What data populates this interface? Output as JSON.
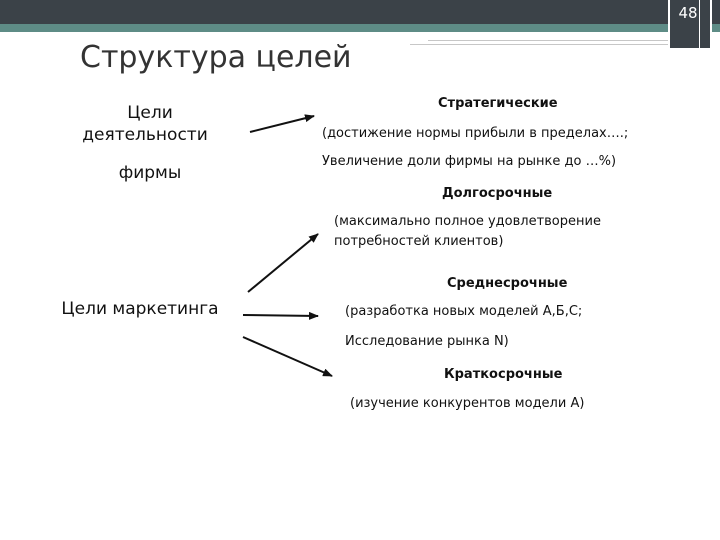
{
  "page_number": "48",
  "title": "Структура целей",
  "left": {
    "company_goals_line1": "Цели",
    "company_goals_line2": "деятельности",
    "company_goals_line3": "фирмы",
    "marketing_goals": "Цели маркетинга"
  },
  "goals": {
    "strategic": {
      "heading": "Стратегические",
      "line1": "(достижение нормы прибыли в пределах….;",
      "line2": "Увеличение доли фирмы на рынке до …%)"
    },
    "long_term": {
      "heading": "Долгосрочные",
      "line1": "(максимально полное удовлетворение",
      "line2": "потребностей клиентов)"
    },
    "medium_term": {
      "heading": "Среднесрочные",
      "line1": "(разработка новых моделей А,Б,С;",
      "line2": "Исследование рынка N)"
    },
    "short_term": {
      "heading": "Краткосрочные",
      "line1": "(изучение конкурентов модели А)"
    }
  },
  "colors": {
    "header_dark": "#3b4248",
    "header_teal": "#5e8c86"
  }
}
